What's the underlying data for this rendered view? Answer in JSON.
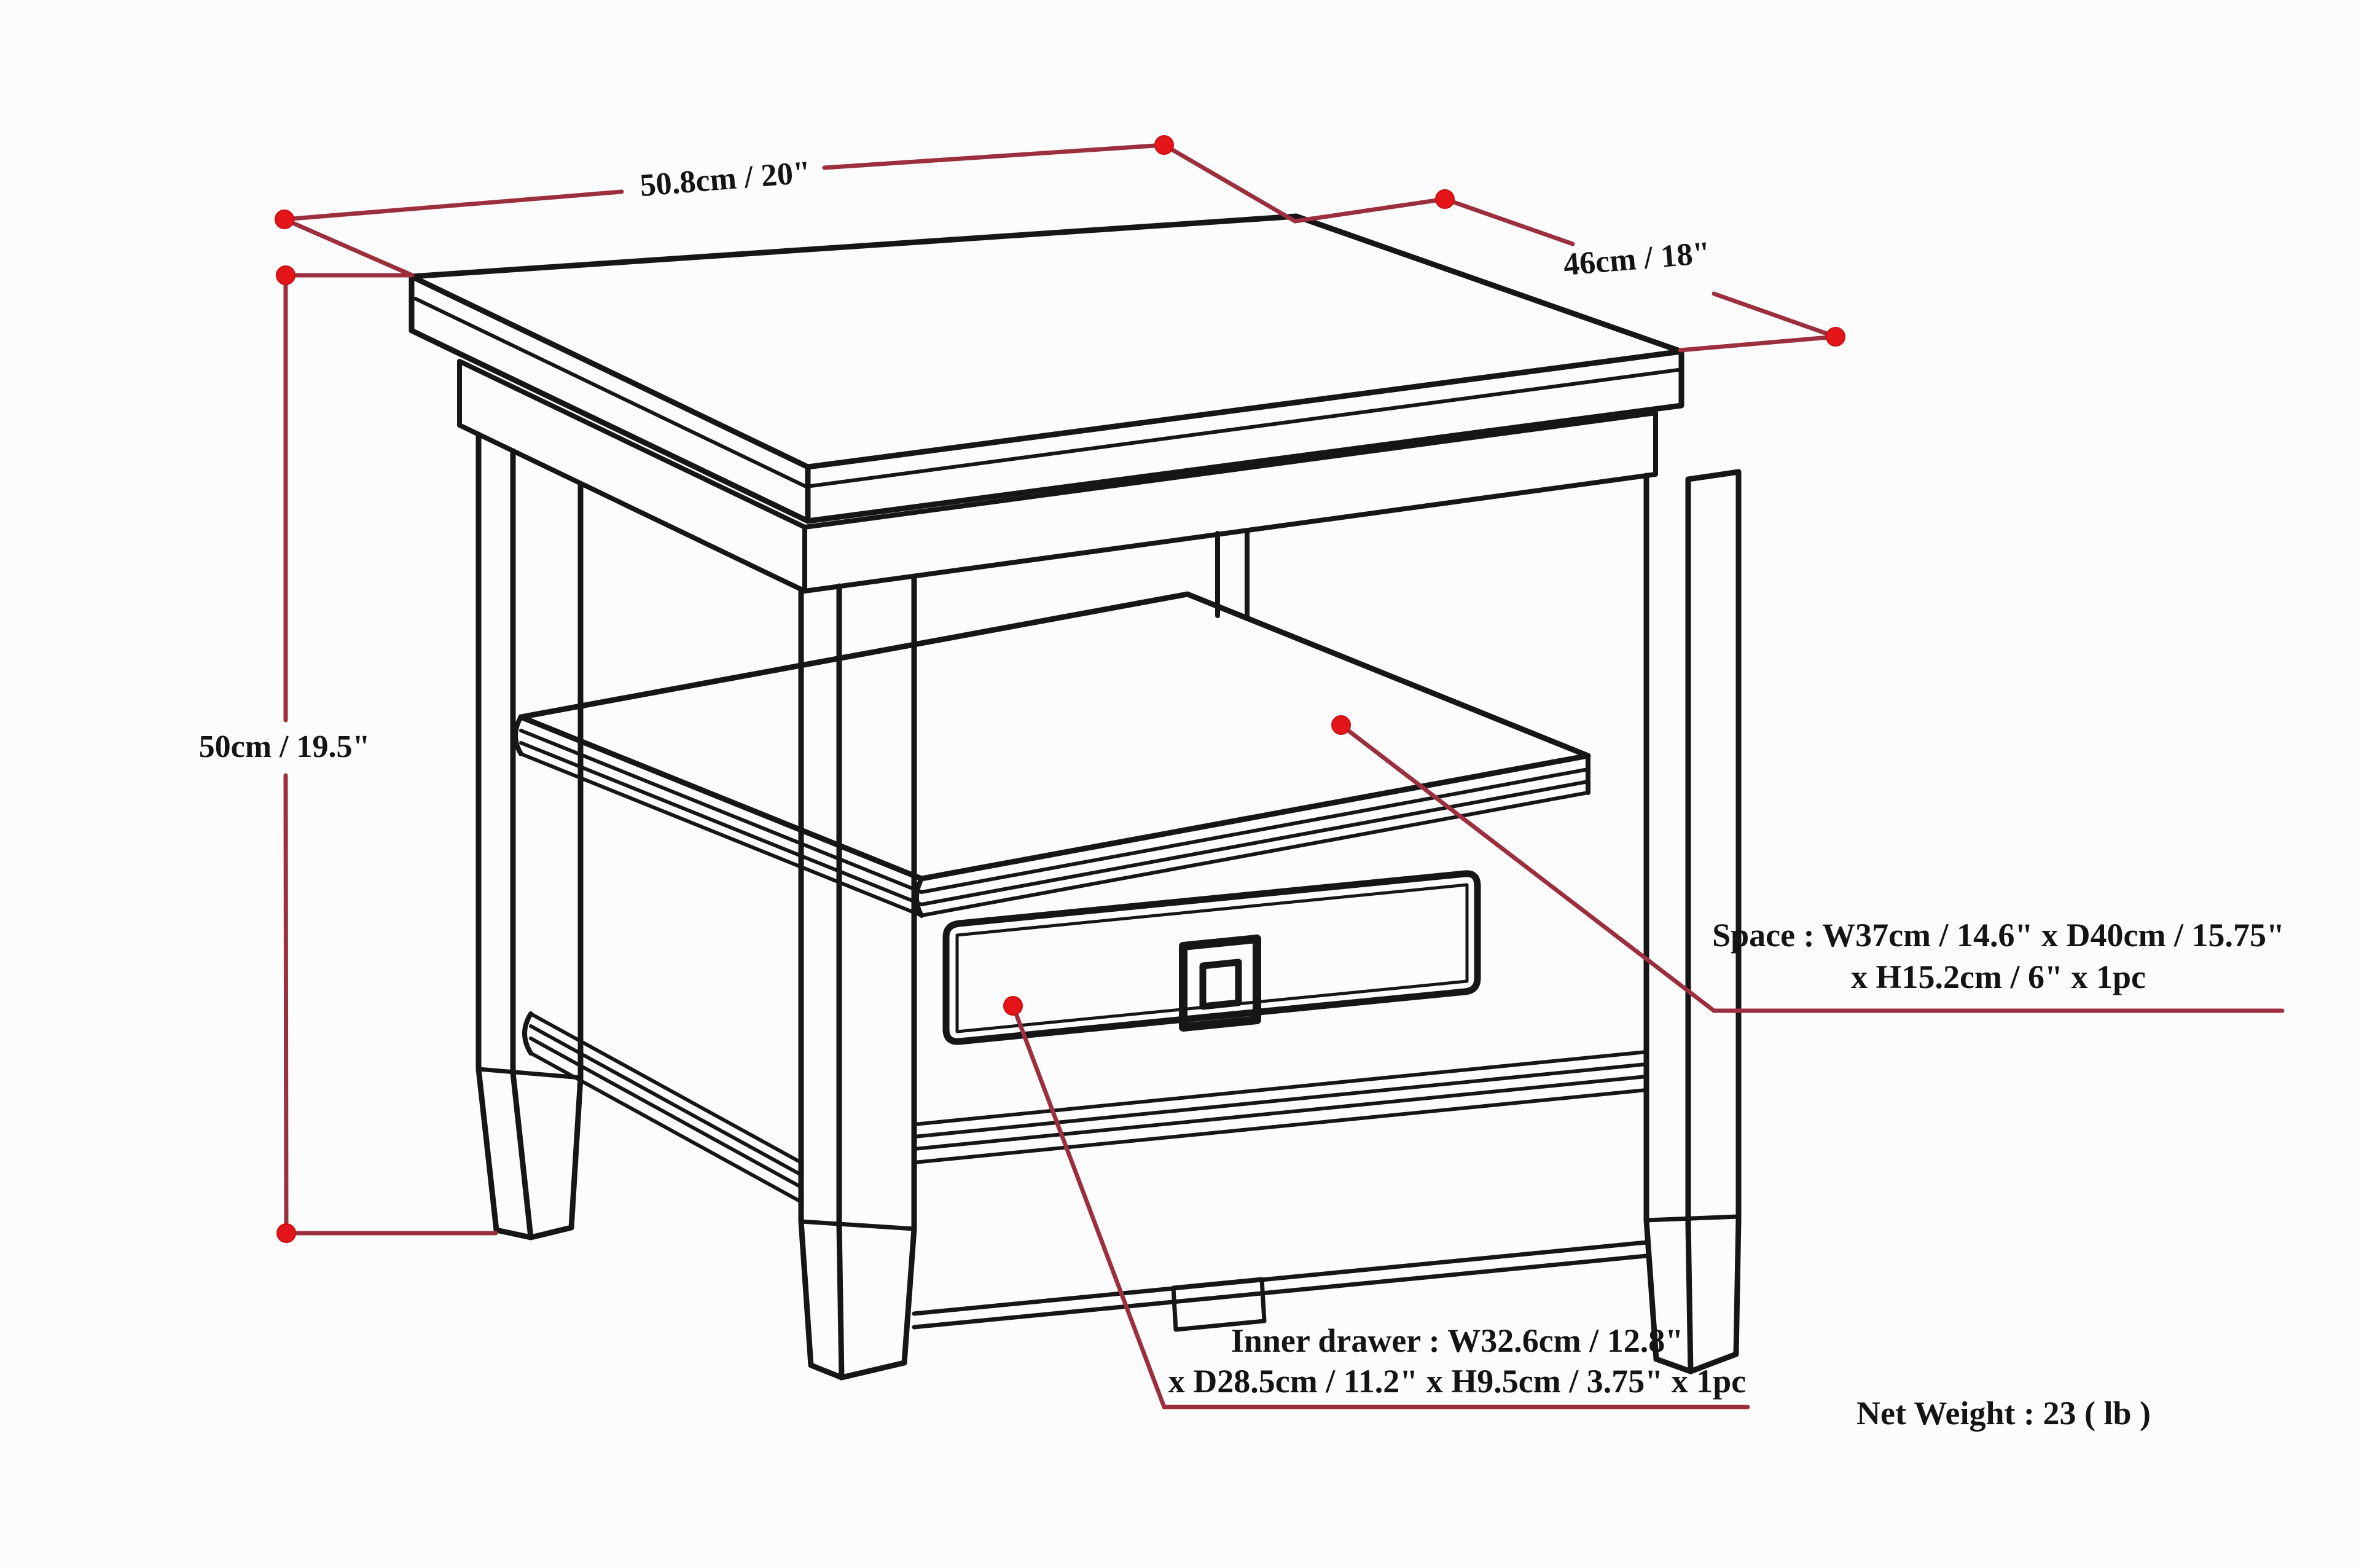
{
  "diagram": {
    "labels": {
      "top_width": "50.8cm / 20\"",
      "top_depth": "46cm / 18\"",
      "height": "50cm / 19.5\"",
      "space_line1": "Space : W37cm / 14.6\" x D40cm / 15.75\"",
      "space_line2": "x H15.2cm / 6\" x 1pc",
      "inner_drawer_line1": "Inner drawer : W32.6cm / 12.8\"",
      "inner_drawer_line2": "x D28.5cm / 11.2\" x H9.5cm / 3.75\" x 1pc",
      "net_weight": "Net Weight : 23 ( lb )"
    },
    "colors": {
      "marker_dot": "#e41518",
      "dimension_line": "#9c2f3e",
      "line_art": "#161616",
      "background": "#fcfcfc"
    }
  }
}
